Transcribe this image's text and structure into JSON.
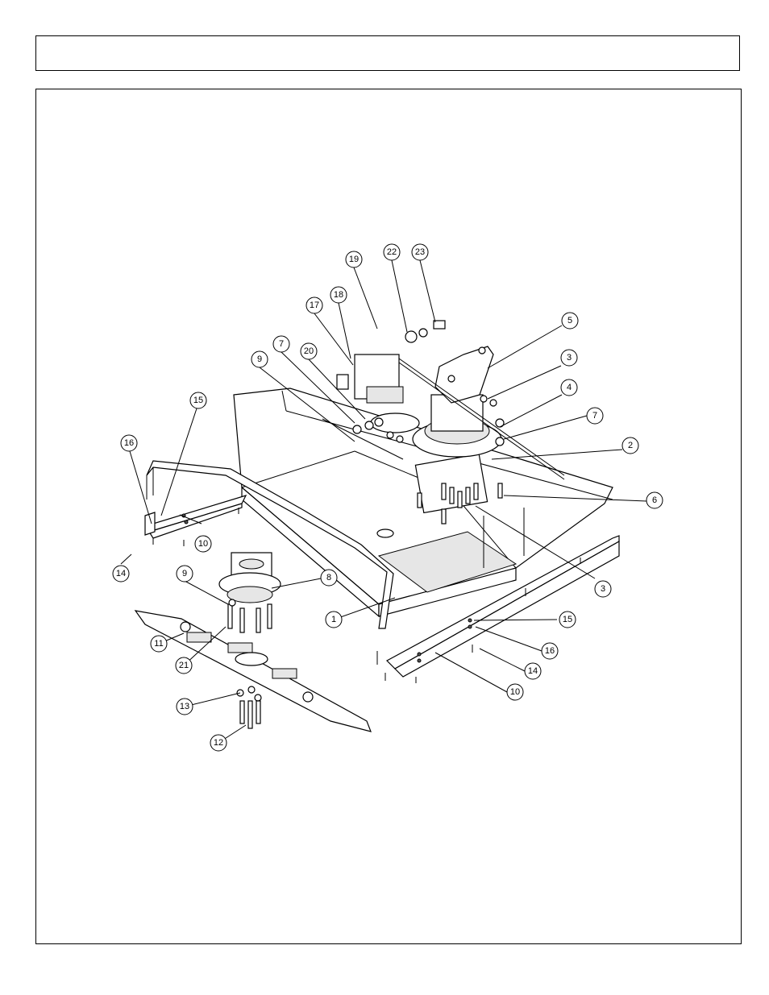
{
  "header": {
    "title": ""
  },
  "diagram": {
    "callouts": [
      {
        "label": "19"
      },
      {
        "label": "22"
      },
      {
        "label": "23"
      },
      {
        "label": "18"
      },
      {
        "label": "17"
      },
      {
        "label": "5"
      },
      {
        "label": "7"
      },
      {
        "label": "20"
      },
      {
        "label": "9"
      },
      {
        "label": "3"
      },
      {
        "label": "4"
      },
      {
        "label": "7"
      },
      {
        "label": "15"
      },
      {
        "label": "16"
      },
      {
        "label": "2"
      },
      {
        "label": "6"
      },
      {
        "label": "10"
      },
      {
        "label": "14"
      },
      {
        "label": "9"
      },
      {
        "label": "8"
      },
      {
        "label": "3"
      },
      {
        "label": "1"
      },
      {
        "label": "15"
      },
      {
        "label": "11"
      },
      {
        "label": "21"
      },
      {
        "label": "16"
      },
      {
        "label": "14"
      },
      {
        "label": "13"
      },
      {
        "label": "10"
      },
      {
        "label": "12"
      }
    ]
  }
}
